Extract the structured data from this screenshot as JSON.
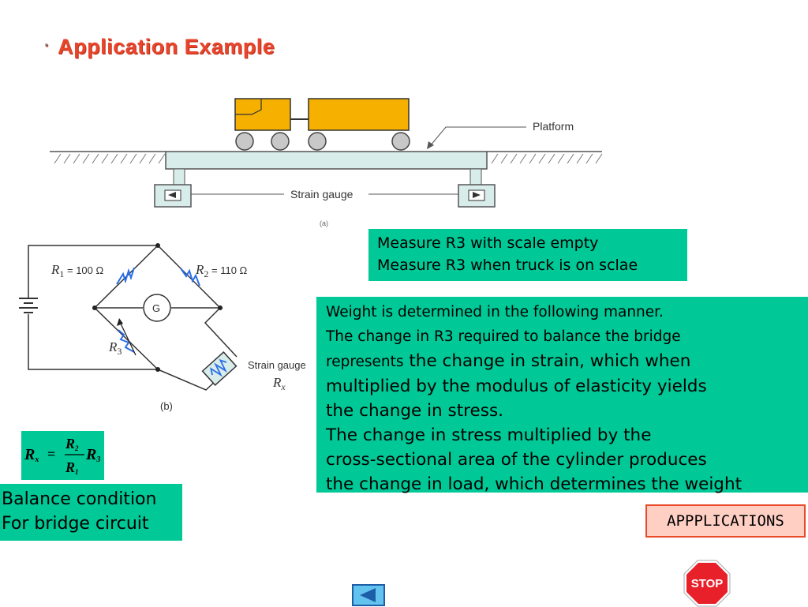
{
  "title": {
    "bullet": "·",
    "text": "Application Example"
  },
  "diagram_a": {
    "platform_label": "Platform",
    "strain_gauge_label": "Strain gauge",
    "caption": "(a)"
  },
  "diagram_b": {
    "r1_label": "R",
    "r1_sub": "1",
    "r1_value": " = 100 Ω",
    "r2_label": "R",
    "r2_sub": "2",
    "r2_value": " = 110 Ω",
    "r3_label": "R",
    "r3_sub": "3",
    "galvanometer": "G",
    "strain_gauge_label": "Strain gauge",
    "rx_label": "R",
    "rx_sub": "x",
    "caption": "(b)"
  },
  "measure": {
    "line1": "Measure R3 with scale empty",
    "line2": "Measure R3 when truck is on sclae"
  },
  "weight": {
    "line1": "Weight is determined in the following manner.",
    "line2": "The change in R3 required to balance the bridge",
    "line3_small": "represents",
    "line3_rest": " the change in strain, which when",
    "line4": "multiplied by the modulus of elasticity yields",
    "line5": "the change in stress.",
    "line6": "The change in stress multiplied by the",
    "line7": "cross-sectional area of the cylinder produces",
    "line8": "the change in load, which determines the weight"
  },
  "formula": {
    "lhs": "R",
    "lhs_sub": "x",
    "equals": "=",
    "num": "R",
    "num_sub": "2",
    "den": "R",
    "den_sub": "1",
    "rhs": "R",
    "rhs_sub": "3"
  },
  "balance": {
    "line1": "Balance condition",
    "line2": "For bridge circuit"
  },
  "buttons": {
    "applications": "APPPLICATIONS",
    "stop": "STOP"
  },
  "colors": {
    "green_box": "#00c896",
    "title": "#e8452c",
    "truck": "#f5b000",
    "platform": "#d8ecea",
    "app_btn_bg": "#ffcfc4",
    "app_btn_border": "#e84a2a",
    "stop": "#e8202a"
  }
}
